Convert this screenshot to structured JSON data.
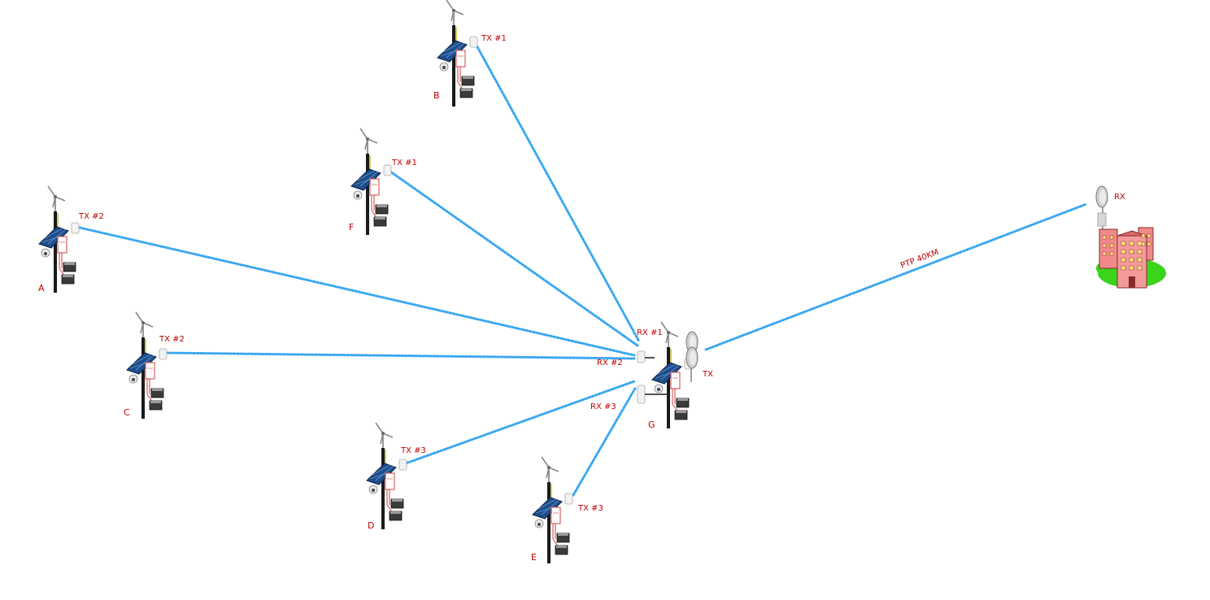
{
  "nodes": {
    "A": {
      "label": "A",
      "radio": "TX #2"
    },
    "B": {
      "label": "B",
      "radio": "TX #1"
    },
    "C": {
      "label": "C",
      "radio": "TX #2"
    },
    "D": {
      "label": "D",
      "radio": "TX #3"
    },
    "E": {
      "label": "E",
      "radio": "TX #3"
    },
    "F": {
      "label": "F",
      "radio": "TX #1"
    },
    "G": {
      "label": "G",
      "rx1": "RX #1",
      "rx2": "RX #2",
      "rx3": "RX #3",
      "tx": "TX"
    }
  },
  "building": {
    "rx": "RX"
  },
  "ptp": {
    "label": "PTP 40KM"
  },
  "colors": {
    "link": "#3aa7f0",
    "label": "#c00000",
    "panel": "#1f4e8c",
    "grass": "#3ad41a",
    "building": "#f08a8a"
  }
}
